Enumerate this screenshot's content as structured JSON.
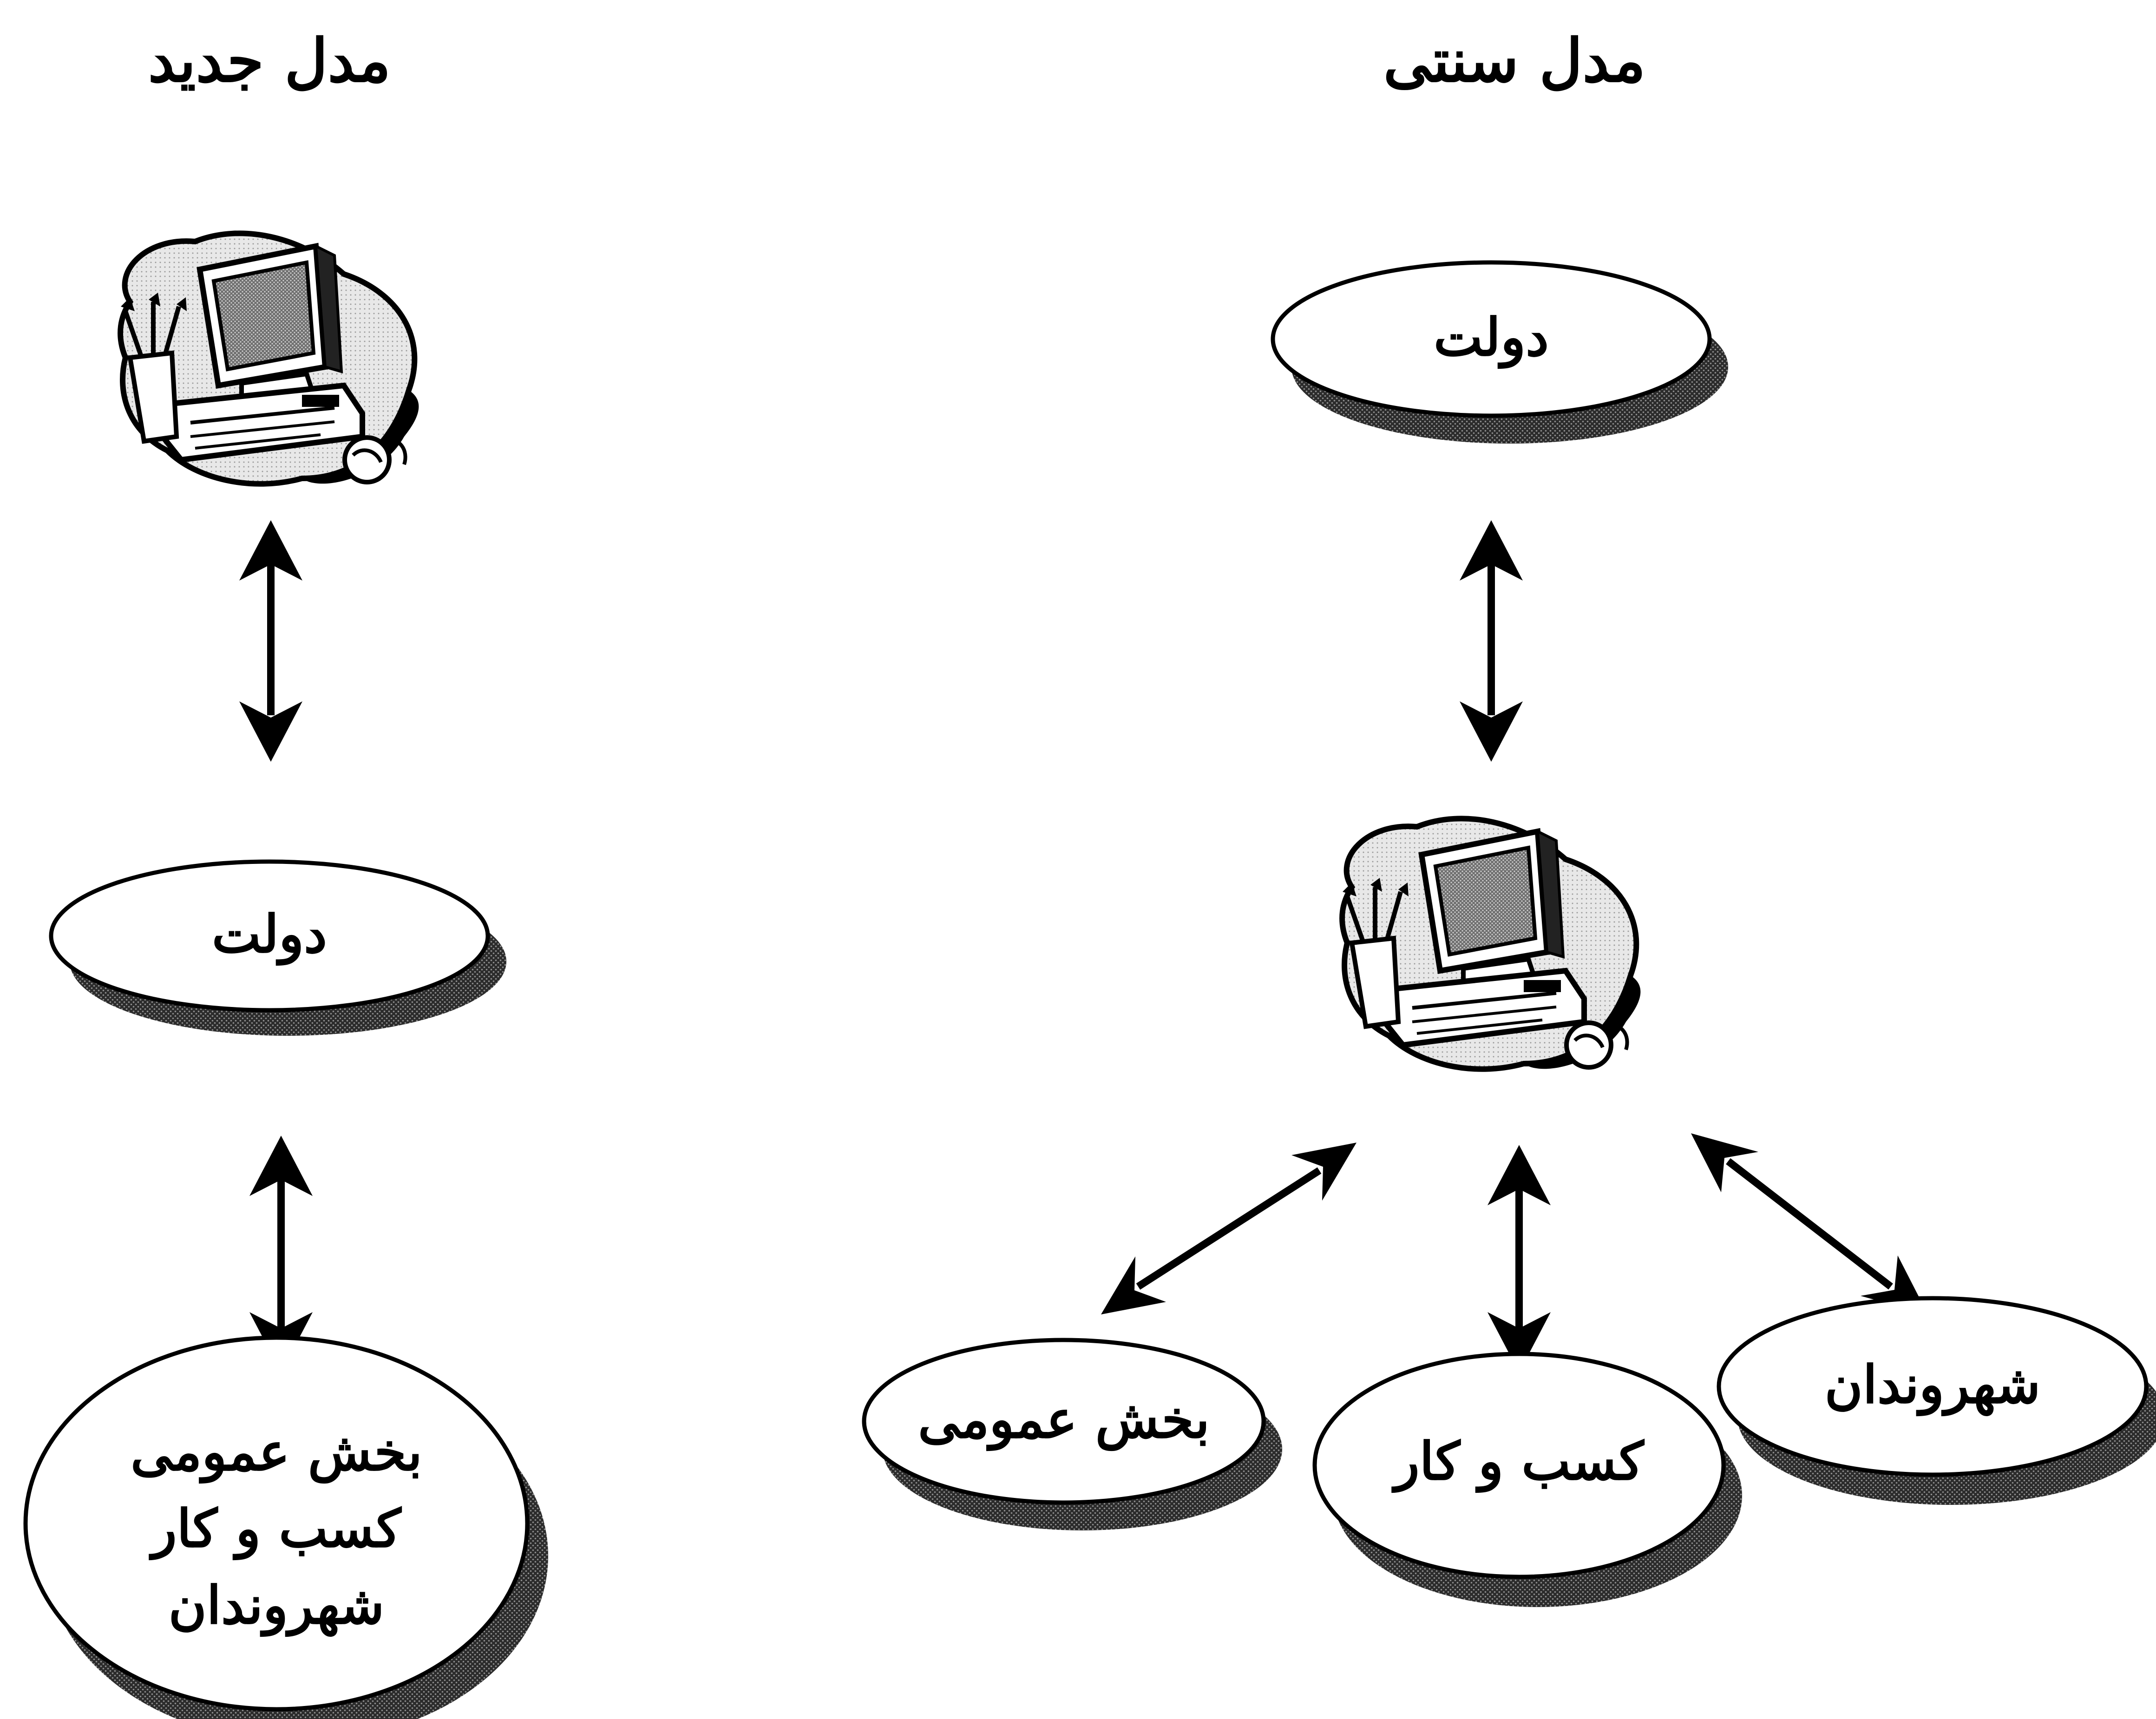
{
  "titles": {
    "new_model": "مدل جدید",
    "traditional_model": "مدل سنتی"
  },
  "new_model": {
    "government": "دولت",
    "combined_lines": [
      "بخش عمومی",
      "کسب و کار",
      "شهروندان"
    ]
  },
  "traditional_model": {
    "government": "دولت",
    "public_sector": "بخش عمومی",
    "business": "کسب و کار",
    "citizens": "شهروندان"
  },
  "colors": {
    "ink": "#000000",
    "paper": "#ffffff",
    "shadow": "#3a3a3a",
    "screen": "#8a8a8a"
  },
  "icons": [
    "computer-icon",
    "computer-icon"
  ]
}
